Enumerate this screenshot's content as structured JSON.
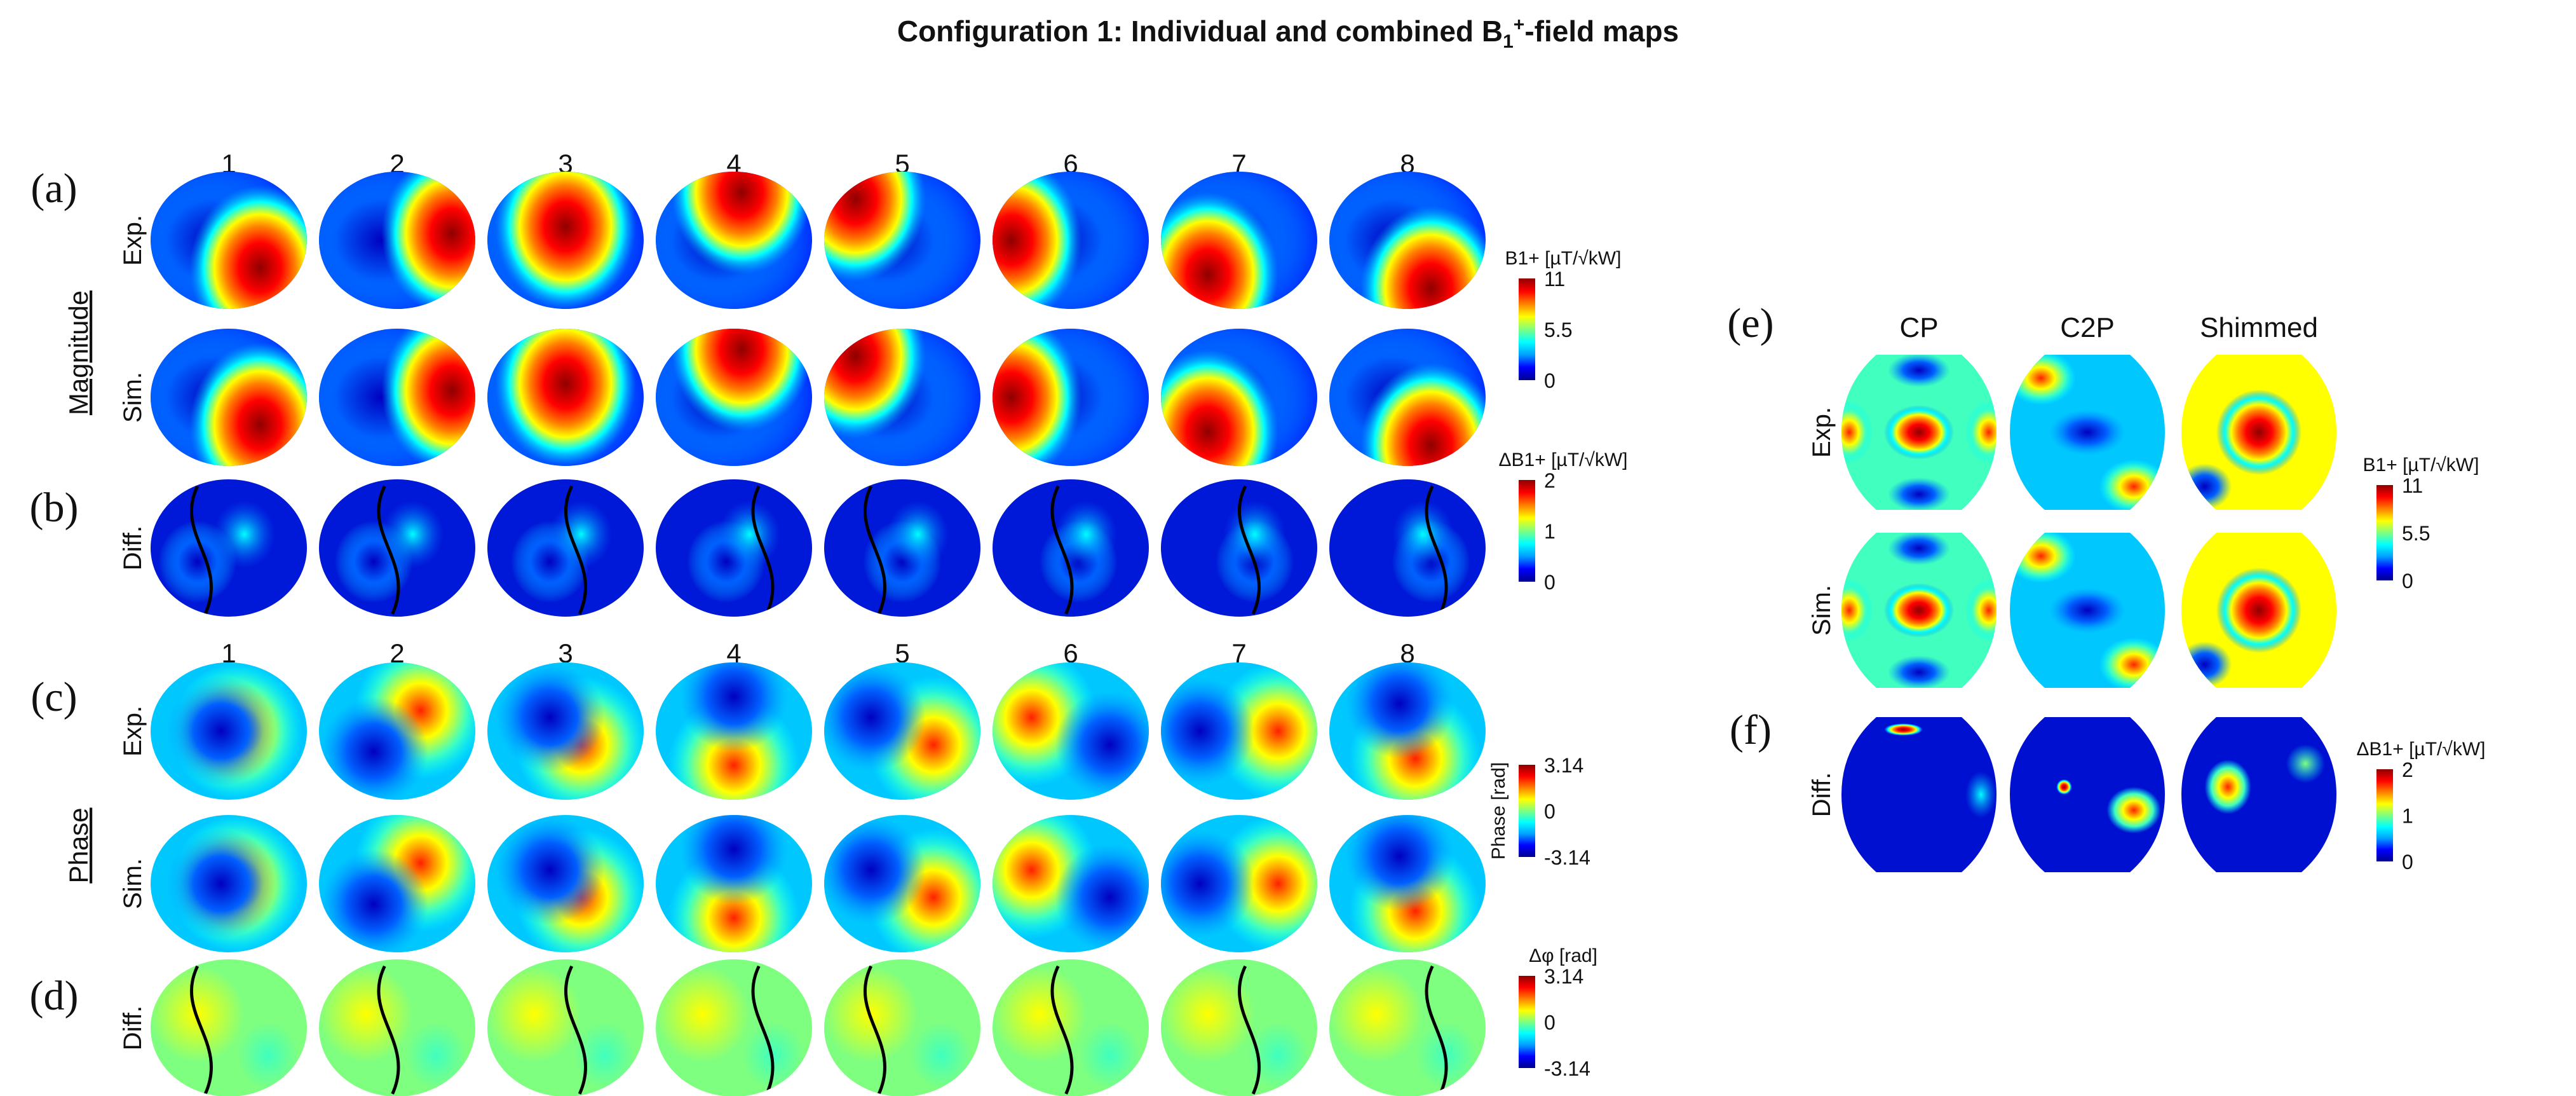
{
  "title_main": "Configuration 1: Individual and combined B",
  "title_sub": "1",
  "title_sup": "+",
  "title_end": "-field maps",
  "panels": {
    "a": "(a)",
    "b": "(b)",
    "c": "(c)",
    "d": "(d)",
    "e": "(e)",
    "f": "(f)"
  },
  "channel_labels": [
    "1",
    "2",
    "3",
    "4",
    "5",
    "6",
    "7",
    "8"
  ],
  "shim_labels": [
    "CP",
    "C2P",
    "Shimmed"
  ],
  "row_labels": {
    "exp": "Exp.",
    "sim": "Sim.",
    "diff": "Diff."
  },
  "group_labels": {
    "magnitude": "Magnitude",
    "phase": "Phase"
  },
  "colorbars": {
    "b1": {
      "label": "B1+ [µT/√kW]",
      "ticks": [
        "11",
        "5.5",
        "0"
      ]
    },
    "db1": {
      "label": "ΔB1+ [µT/√kW]",
      "ticks": [
        "2",
        "1",
        "0"
      ]
    },
    "phase": {
      "label": "Phase [rad]",
      "ticks": [
        "3.14",
        "0",
        "-3.14"
      ]
    },
    "dphi": {
      "label": "Δφ [rad]",
      "ticks": [
        "3.14",
        "0",
        "-3.14"
      ]
    },
    "b1_right": {
      "label": "B1+ [µT/√kW]",
      "ticks": [
        "11",
        "5.5",
        "0"
      ]
    },
    "db1_right": {
      "label": "ΔB1+ [µT/√kW]",
      "ticks": [
        "2",
        "1",
        "0"
      ]
    }
  },
  "colors": {
    "jet": [
      "#00008f",
      "#0000ff",
      "#00a0ff",
      "#00ffff",
      "#7fff7f",
      "#ffff00",
      "#ff8000",
      "#ff0000",
      "#8f0000"
    ],
    "contour": "#000000"
  }
}
